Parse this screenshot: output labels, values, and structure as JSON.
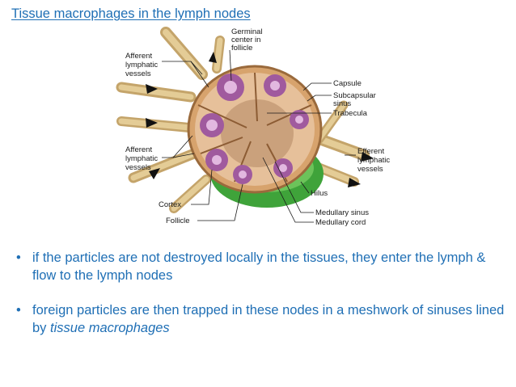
{
  "title": "Tissue macrophages in the lymph nodes",
  "diagram": {
    "labels": {
      "afferent_top": [
        "Afferent",
        "lymphatic",
        "vessels"
      ],
      "germinal": [
        "Germinal",
        "center in",
        "follicle"
      ],
      "capsule": "Capsule",
      "subcapsular": [
        "Subcapsular",
        "sinus"
      ],
      "trabecula": "Trabecula",
      "afferent_bottom": [
        "Afferent",
        "lymphatic",
        "vessels"
      ],
      "efferent": [
        "Efferent",
        "lymphatic",
        "vessels"
      ],
      "hilus": "Hilus",
      "cortex": "Cortex",
      "follicle": "Follicle",
      "medullary_sinus": "Medullary sinus",
      "medullary_cord": "Medullary cord"
    }
  },
  "bullets": [
    {
      "marker": "•",
      "text": "if the particles are not destroyed locally in the tissues, they enter the lymph & flow to the lymph nodes"
    },
    {
      "marker": "•",
      "text": "foreign particles are then trapped in these nodes in a meshwork of sinuses lined by ",
      "emphasis": "tissue macrophages"
    }
  ]
}
